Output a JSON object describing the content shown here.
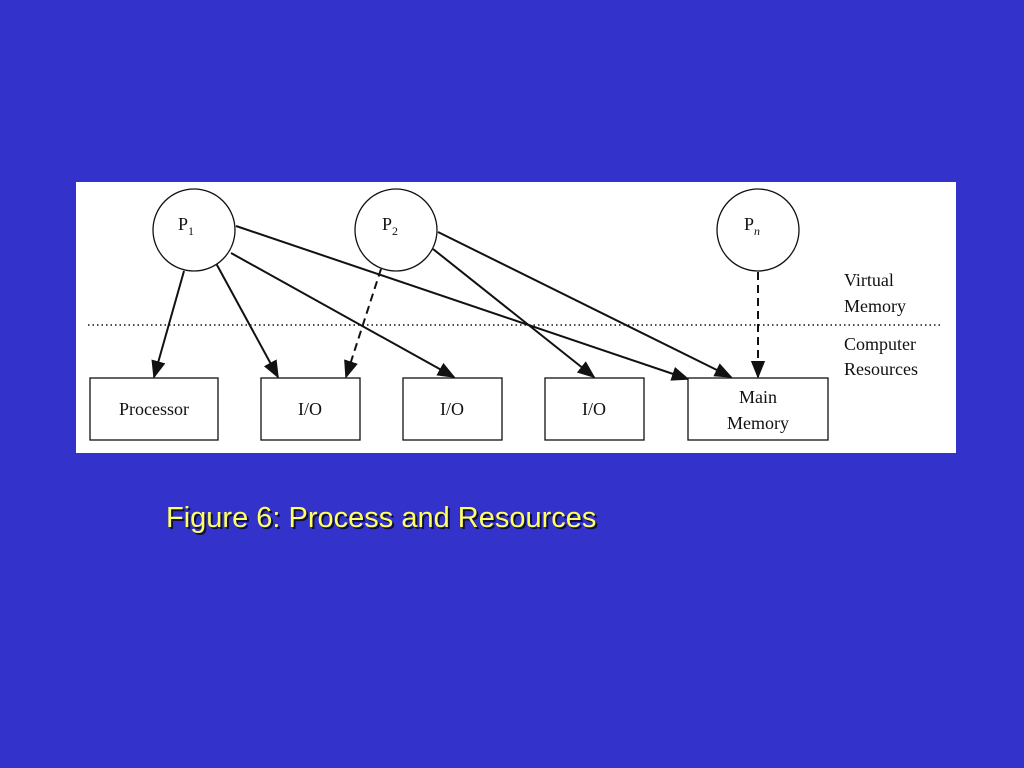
{
  "processes": [
    {
      "id": "p1",
      "label": "P",
      "subscript": "1"
    },
    {
      "id": "p2",
      "label": "P",
      "subscript": "2"
    },
    {
      "id": "pn",
      "label": "P",
      "subscript": "n"
    }
  ],
  "resources": [
    {
      "id": "processor",
      "lines": [
        "Processor"
      ]
    },
    {
      "id": "io1",
      "lines": [
        "I/O"
      ]
    },
    {
      "id": "io2",
      "lines": [
        "I/O"
      ]
    },
    {
      "id": "io3",
      "lines": [
        "I/O"
      ]
    },
    {
      "id": "main-memory",
      "lines": [
        "Main",
        "Memory"
      ]
    }
  ],
  "zones": {
    "virtual": [
      "Virtual",
      "Memory"
    ],
    "computer": [
      "Computer",
      "Resources"
    ]
  },
  "edges": [
    {
      "from": "p1",
      "to": "processor",
      "style": "solid"
    },
    {
      "from": "p1",
      "to": "io1",
      "style": "solid"
    },
    {
      "from": "p1",
      "to": "io2",
      "style": "solid"
    },
    {
      "from": "p1",
      "to": "main-memory",
      "style": "solid"
    },
    {
      "from": "p2",
      "to": "io1",
      "style": "dashed"
    },
    {
      "from": "p2",
      "to": "io3",
      "style": "solid"
    },
    {
      "from": "p2",
      "to": "main-memory",
      "style": "solid"
    },
    {
      "from": "pn",
      "to": "main-memory",
      "style": "dashed"
    }
  ],
  "caption": "Figure 6:  Process and Resources",
  "colors": {
    "background": "#3333cc",
    "caption": "#ffff66",
    "figure_bg": "#ffffff",
    "ink": "#111111"
  }
}
